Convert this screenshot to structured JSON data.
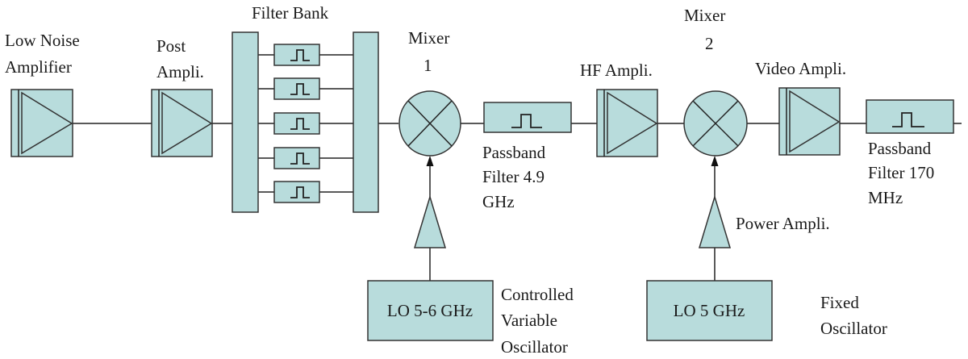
{
  "labels": {
    "lna_line1": "Low Noise",
    "lna_line2": "Amplifier",
    "post_line1": "Post",
    "post_line2": "Ampli.",
    "filter_bank": "Filter Bank",
    "mixer1_line1": "Mixer",
    "mixer1_line2": "1",
    "passband1_line1": "Passband",
    "passband1_line2": "Filter 4.9",
    "passband1_line3": "GHz",
    "hf_ampli": "HF Ampli.",
    "mixer2_line1": "Mixer",
    "mixer2_line2": "2",
    "video_ampli": "Video Ampli.",
    "passband2_line1": "Passband",
    "passband2_line2": "Filter 170",
    "passband2_line3": "MHz",
    "power_ampli": "Power Ampli.",
    "lo1_box": "LO 5-6 GHz",
    "lo1_line1": "Controlled",
    "lo1_line2": "Variable",
    "lo1_line3": "Oscillator",
    "lo2_box": "LO 5 GHz",
    "lo2_line1": "Fixed",
    "lo2_line2": "Oscillator"
  },
  "colors": {
    "block_fill": "#b8dcdc",
    "stroke": "#333333"
  }
}
